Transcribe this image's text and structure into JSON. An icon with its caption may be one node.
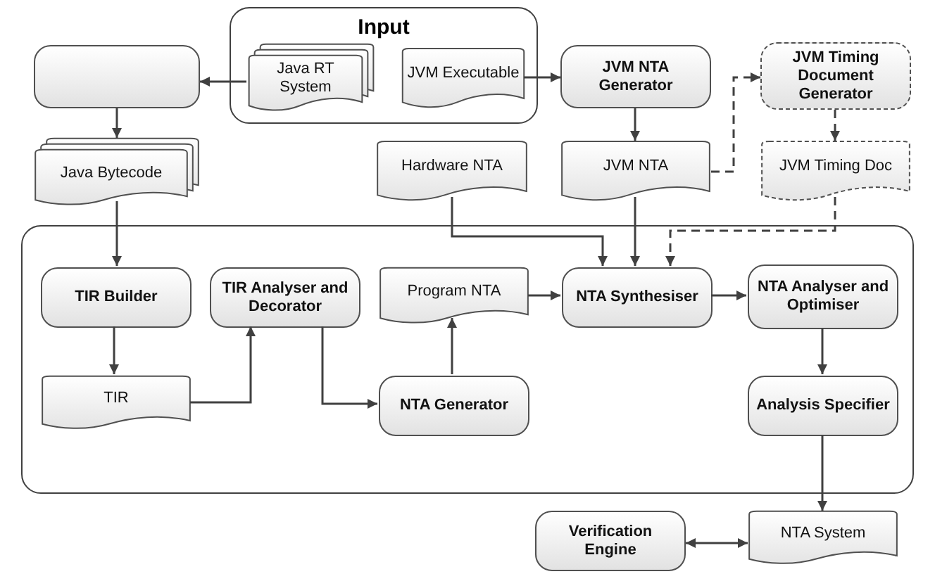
{
  "diagram": {
    "nodes": [
      {
        "text": [
          "Input"
        ]
      },
      {
        "text": [
          "Java RT System"
        ],
        "in": 0
      },
      {
        "text": [
          "JVM Executable"
        ],
        "in": 0
      },
      {
        "text": [],
        "shape": "box"
      },
      {
        "text": [
          "JVM NTA Generator"
        ]
      },
      {
        "text": [
          "JVM Timing Document Generator"
        ]
      },
      {
        "text": [
          "Java Bytecode"
        ]
      },
      {
        "text": [
          "Hardware NTA"
        ]
      },
      {
        "text": [
          "JVM NTA"
        ]
      },
      {
        "text": [
          "JVM Timing Doc"
        ]
      },
      {
        "text": [],
        "shape": "box"
      },
      {
        "text": [
          "TIR Builder"
        ],
        "in": 10
      },
      {
        "text": [
          "TIR Analyser and Decorator"
        ],
        "in": 10
      },
      {
        "text": [
          "Program NTA"
        ],
        "in": 10
      },
      {
        "text": [
          "NTA Synthesiser"
        ],
        "in": 10
      },
      {
        "text": [
          "NTA Analyser and Optimiser"
        ],
        "in": 10
      },
      {
        "text": [
          "TIR"
        ],
        "in": 10
      },
      {
        "text": [
          "NTA Generator"
        ],
        "in": 10
      },
      {
        "text": [
          "Analysis Specifier"
        ],
        "in": 10
      },
      {
        "text": [
          "Verification Engine"
        ]
      },
      {
        "text": [
          "NTA System"
        ]
      }
    ],
    "edges": [
      {
        "from": 1,
        "to": 3,
        "arrow": "to"
      },
      {
        "from": 2,
        "to": 4,
        "arrow": "to"
      },
      {
        "from": 3,
        "to": 6,
        "arrow": "to"
      },
      {
        "from": 4,
        "to": 8,
        "arrow": "to"
      },
      {
        "from": 8,
        "to": 5,
        "arrow": "to",
        "style": "dashed"
      },
      {
        "from": 5,
        "to": 9,
        "arrow": "to",
        "style": "dashed"
      },
      {
        "from": 6,
        "to": 11,
        "arrow": "to"
      },
      {
        "from": 7,
        "to": 14,
        "arrow": "to"
      },
      {
        "from": 8,
        "to": 14,
        "arrow": "to"
      },
      {
        "from": 9,
        "to": 14,
        "arrow": "to",
        "style": "dashed"
      },
      {
        "from": 11,
        "to": 16,
        "arrow": "to"
      },
      {
        "from": 16,
        "to": 12,
        "arrow": "to"
      },
      {
        "from": 12,
        "to": 17,
        "arrow": "to"
      },
      {
        "from": 17,
        "to": 13,
        "arrow": "to"
      },
      {
        "from": 13,
        "to": 14,
        "arrow": "to"
      },
      {
        "from": 14,
        "to": 15,
        "arrow": "to"
      },
      {
        "from": 15,
        "to": 18,
        "arrow": "to"
      },
      {
        "from": 18,
        "to": 20,
        "arrow": "to"
      },
      {
        "from": 19,
        "to": 20,
        "arrow": "both"
      }
    ]
  }
}
